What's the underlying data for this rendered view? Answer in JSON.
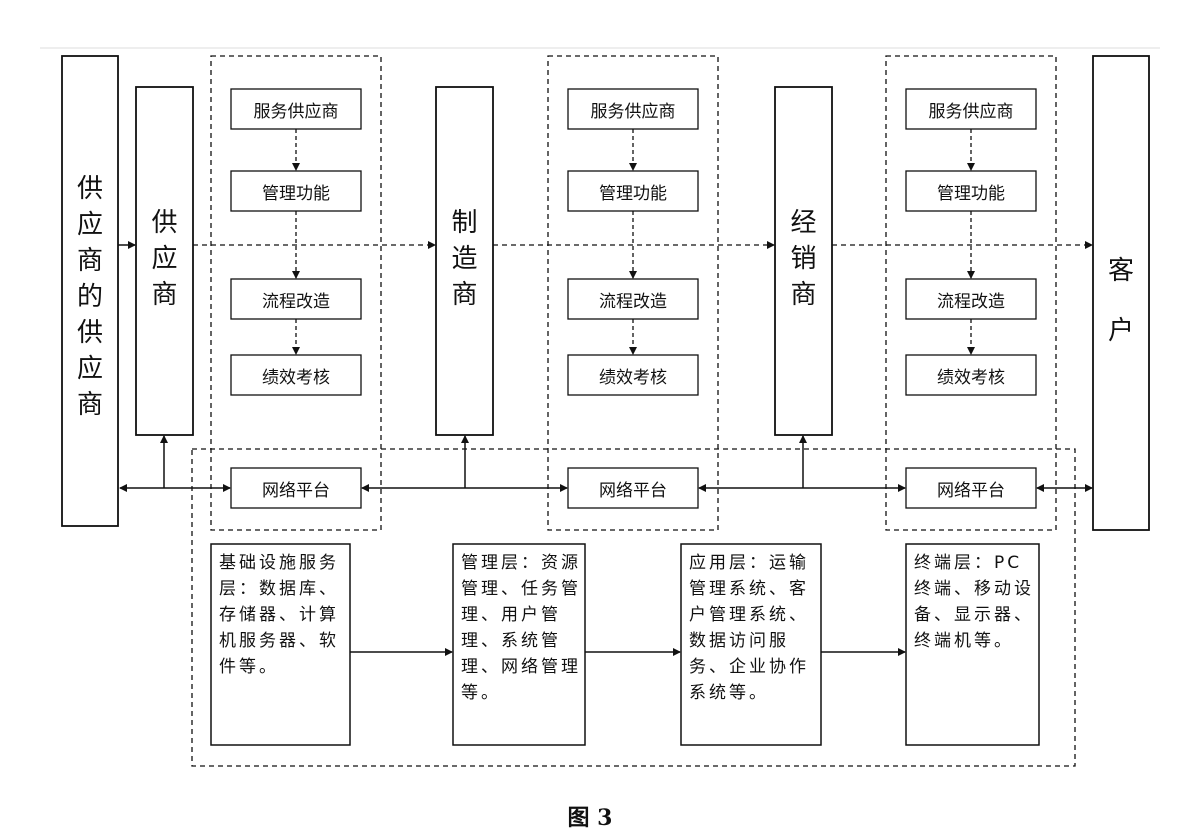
{
  "entities": {
    "supplier_of_supplier": "供应商的供应商",
    "supplier": "供应商",
    "manufacturer": "制造商",
    "distributor": "经销商",
    "customer": "客户"
  },
  "service_groups": [
    {
      "items": [
        "服务供应商",
        "管理功能",
        "流程改造",
        "绩效考核"
      ],
      "platform": "网络平台"
    },
    {
      "items": [
        "服务供应商",
        "管理功能",
        "流程改造",
        "绩效考核"
      ],
      "platform": "网络平台"
    },
    {
      "items": [
        "服务供应商",
        "管理功能",
        "流程改造",
        "绩效考核"
      ],
      "platform": "网络平台"
    }
  ],
  "layers": [
    {
      "text": "基础设施服务层：数据库、存储器、计算机服务器、软件等。"
    },
    {
      "text": "管理层：资源管理、任务管理、用户管理、系统管理、网络管理等。"
    },
    {
      "text": "应用层：运输管理系统、客户管理系统、数据访问服务、企业协作系统等。"
    },
    {
      "text": "终端层：PC终端、移动设备、显示器、终端机等。"
    }
  ],
  "caption": "图 3",
  "colors": {
    "line": "#111111",
    "background": "#ffffff"
  }
}
